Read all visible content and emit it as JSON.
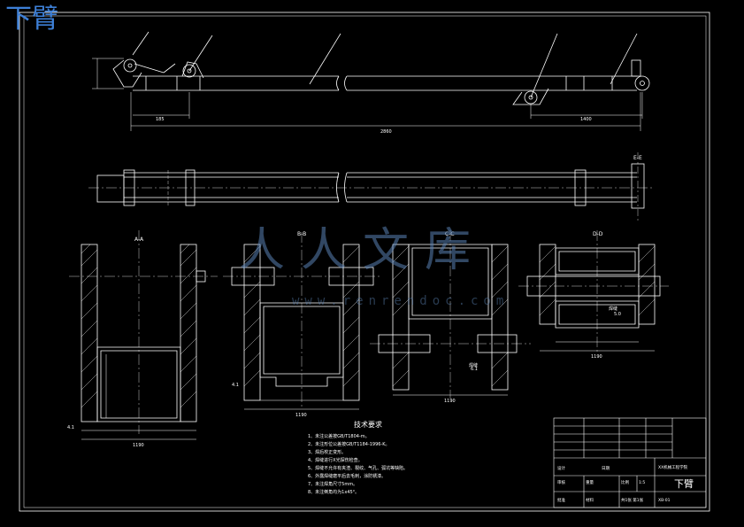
{
  "drawing": {
    "corner_title": "下臂",
    "tech_req_title": "技术要求",
    "tech_req_items": [
      "1、未注公差按GB/T1804-m。",
      "2、未注形位公差按GB/T1184-1996-K。",
      "3、焊后校正变形。",
      "4、焊缝进行X光探伤检查。",
      "5、焊缝不允许有夹渣、裂纹、气孔、弧坑等缺陷。",
      "6、外露焊缝磨平后去毛刺，涂防锈漆。",
      "7、未注焊角尺寸5mm。",
      "8、未注倒角均为1x45°。"
    ],
    "section_labels": [
      "A-A",
      "B-B",
      "C-C",
      "D-D",
      "E-E"
    ],
    "view_notes": [
      "4.1",
      "4.1",
      "6.1",
      "5.0"
    ],
    "weld_note": "焊缝",
    "dims": {
      "overall_length": "2860",
      "left_segment": "185",
      "right_segment": "1400",
      "width_a": "1190",
      "width_b": "1190",
      "width_c": "1190",
      "width_d": "1190"
    },
    "title_block": {
      "part_name": "下臂",
      "company": "XX机械工程学院",
      "drawing_no": "XB-01",
      "scale_label": "比例",
      "scale": "1:5",
      "mass_label": "重量",
      "sheet_label": "共1张 第1张",
      "material_label": "材料",
      "designer_label": "设计",
      "checker_label": "审核",
      "approve_label": "批准",
      "date_label": "日期"
    }
  },
  "watermark": {
    "text": "人人文库",
    "url": "www.renrendoc.com"
  }
}
